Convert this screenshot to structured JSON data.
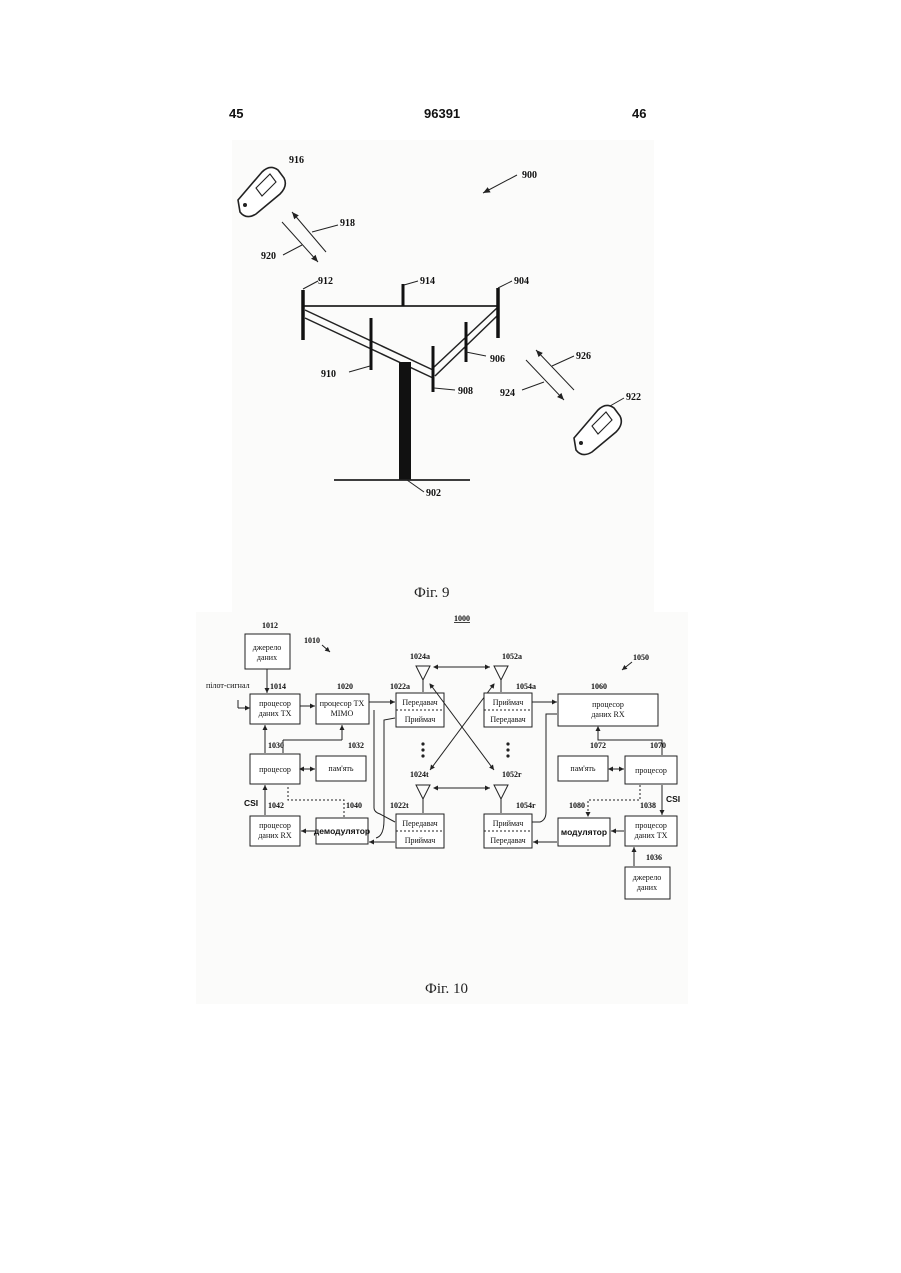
{
  "header": {
    "left_page": "45",
    "patent_no": "96391",
    "right_page": "46"
  },
  "fig9": {
    "caption": "Фіг. 9",
    "labels": {
      "l900": "900",
      "l902": "902",
      "l904": "904",
      "l906": "906",
      "l908": "908",
      "l910": "910",
      "l912": "912",
      "l914": "914",
      "l916": "916",
      "l918": "918",
      "l920": "920",
      "l922": "922",
      "l924": "924",
      "l926": "926"
    }
  },
  "fig10": {
    "caption": "Фіг. 10",
    "title": "1000",
    "group_left": "1010",
    "group_right": "1050",
    "pilot": "пілот-сигнал",
    "csi": "CSI",
    "refs": {
      "r1012": "1012",
      "r1014": "1014",
      "r1020": "1020",
      "r1022a": "1022a",
      "r1022t": "1022t",
      "r1024a": "1024a",
      "r1024t": "1024t",
      "r1030": "1030",
      "r1032": "1032",
      "r1040": "1040",
      "r1042": "1042",
      "r1052a": "1052a",
      "r1052r": "1052r",
      "r1054a": "1054a",
      "r1054r": "1054r",
      "r1060": "1060",
      "r1070": "1070",
      "r1072": "1072",
      "r1080": "1080",
      "r1038": "1038",
      "r1036": "1036"
    },
    "boxes": {
      "src_left_1": "джерело",
      "src_left_2": "даних",
      "txdp_1": "процесор",
      "txdp_2": "даних TX",
      "mimo_1": "процесор TX",
      "mimo_2": "MIMO",
      "proc_left": "процесор",
      "mem_left": "пам'ять",
      "rxdp_left_1": "процесор",
      "rxdp_left_2": "даних RX",
      "demod": "демодулятор",
      "tx_top_l": "Передавач",
      "rx_top_l": "Приймач",
      "tx_bot_l": "Передавач",
      "rx_bot_l": "Приймач",
      "rx_top_r": "Приймач",
      "tx_top_r": "Передавач",
      "rx_bot_r": "Приймач",
      "tx_bot_r": "Передавач",
      "rxdp_right_1": "процесор",
      "rxdp_right_2": "даних RX",
      "mem_right": "пам'ять",
      "proc_right": "процесор",
      "mod": "модулятор",
      "txdp_right_1": "процесор",
      "txdp_right_2": "даних TX",
      "src_right_1": "джерело",
      "src_right_2": "даних"
    }
  }
}
